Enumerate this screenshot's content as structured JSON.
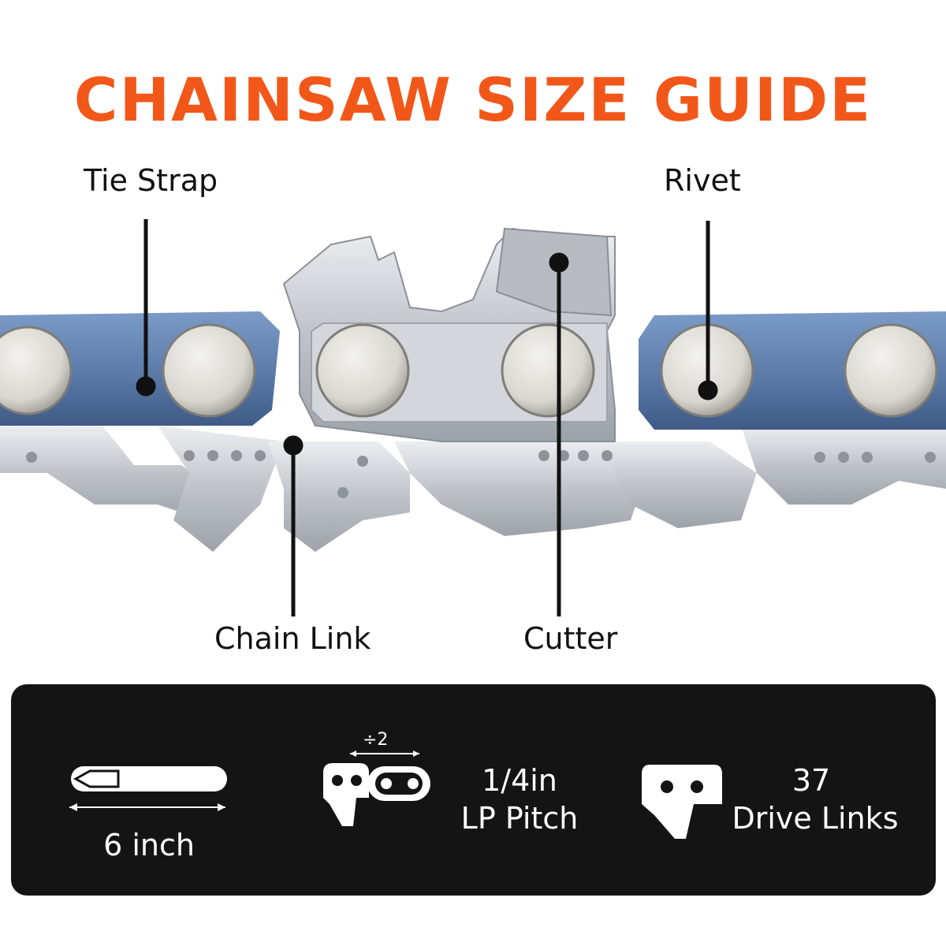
{
  "title": "CHAINSAW SIZE GUIDE",
  "labels": {
    "tie_strap": "Tie Strap",
    "rivet": "Rivet",
    "chain_link": "Chain Link",
    "cutter": "Cutter"
  },
  "specs": {
    "bar_length": "6 inch",
    "pitch_divider": "÷2",
    "pitch_value": "1/4in",
    "pitch_label": "LP Pitch",
    "drive_links_count": "37",
    "drive_links_label": "Drive Links"
  },
  "colors": {
    "title": "#f2571a",
    "tie_strap_blue": "#5b7aa8",
    "chrome": "#c9ccd1",
    "panel": "#141414"
  },
  "icons": [
    "guide-bar-icon",
    "pitch-icon",
    "drive-link-icon"
  ]
}
